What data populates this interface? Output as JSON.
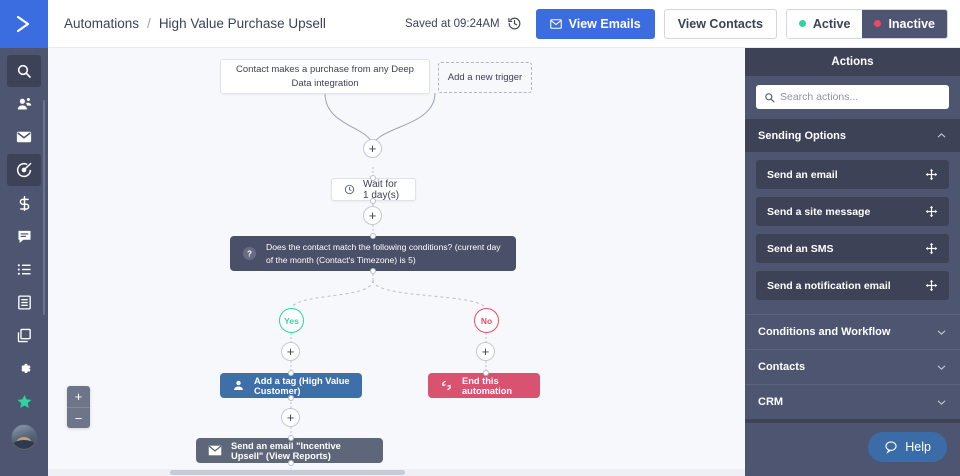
{
  "app": {
    "logo_icon": "chevron-double-right-logo"
  },
  "rail": {
    "items": [
      {
        "icon": "search-icon",
        "name": "search",
        "active": true
      },
      {
        "icon": "contacts-icon",
        "name": "contacts",
        "active": false
      },
      {
        "icon": "campaigns-icon",
        "name": "campaigns",
        "active": false
      },
      {
        "icon": "automations-icon",
        "name": "automations",
        "active": true
      },
      {
        "icon": "deals-icon",
        "name": "deals",
        "active": false
      },
      {
        "icon": "conversations-icon",
        "name": "conversations",
        "active": false
      },
      {
        "icon": "lists-icon",
        "name": "lists",
        "active": false
      },
      {
        "icon": "forms-icon",
        "name": "forms",
        "active": false
      },
      {
        "icon": "pages-icon",
        "name": "pages",
        "active": false
      },
      {
        "icon": "settings-icon",
        "name": "settings",
        "active": false
      },
      {
        "icon": "star-icon",
        "name": "favorites",
        "active": false
      }
    ],
    "avatar_label": "user-avatar"
  },
  "header": {
    "breadcrumb_root": "Automations",
    "breadcrumb_sep": "/",
    "breadcrumb_current": "High Value Purchase Upsell",
    "saved_text": "Saved at 09:24AM",
    "history_icon": "history-clock-icon",
    "view_emails_label": "View Emails",
    "view_emails_icon": "envelope-icon",
    "view_contacts_label": "View Contacts",
    "status_active_label": "Active",
    "status_inactive_label": "Inactive",
    "status_selected": "Inactive",
    "color_primary": "#3b6ce0",
    "color_active_dot": "#2dd4a0",
    "color_inactive_dot": "#ef4868"
  },
  "canvas": {
    "trigger": {
      "label": "Contact makes a purchase from any Deep Data integration"
    },
    "add_trigger": {
      "label": "Add a new trigger"
    },
    "wait": {
      "label": "Wait for 1 day(s)",
      "icon": "clock-icon"
    },
    "condition": {
      "label": "Does the contact match the following conditions? (current day of the month (Contact's Timezone) is 5)",
      "icon": "question-mark-icon"
    },
    "branch_yes": "Yes",
    "branch_no": "No",
    "yes_action": {
      "label": "Add a tag (High Value Customer)",
      "icon": "person-tag-icon",
      "color": "#3f6fa8"
    },
    "no_action": {
      "label": "End this automation",
      "icon": "end-automation-icon",
      "color": "#d9526f"
    },
    "email_action": {
      "label": "Send an email \"Incentive Upsell\" (View Reports)",
      "icon": "envelope-icon",
      "color": "#5e6679"
    },
    "plus_label": "+",
    "zoom_in_label": "+",
    "zoom_out_label": "−"
  },
  "panel": {
    "title": "Actions",
    "search_placeholder": "Search actions...",
    "search_value": "",
    "search_icon": "search-icon",
    "groups": [
      {
        "label": "Sending Options",
        "expanded": true,
        "chevron": "chevron-up-icon",
        "items": [
          {
            "label": "Send an email",
            "drag_icon": "drag-move-icon"
          },
          {
            "label": "Send a site message",
            "drag_icon": "drag-move-icon"
          },
          {
            "label": "Send an SMS",
            "drag_icon": "drag-move-icon"
          },
          {
            "label": "Send a notification email",
            "drag_icon": "drag-move-icon"
          }
        ]
      }
    ],
    "sections": [
      {
        "label": "Conditions and Workflow",
        "chevron": "chevron-down-icon"
      },
      {
        "label": "Contacts",
        "chevron": "chevron-down-icon"
      },
      {
        "label": "CRM",
        "chevron": "chevron-down-icon"
      }
    ]
  },
  "help": {
    "label": "Help",
    "icon": "chat-bubble-icon"
  }
}
